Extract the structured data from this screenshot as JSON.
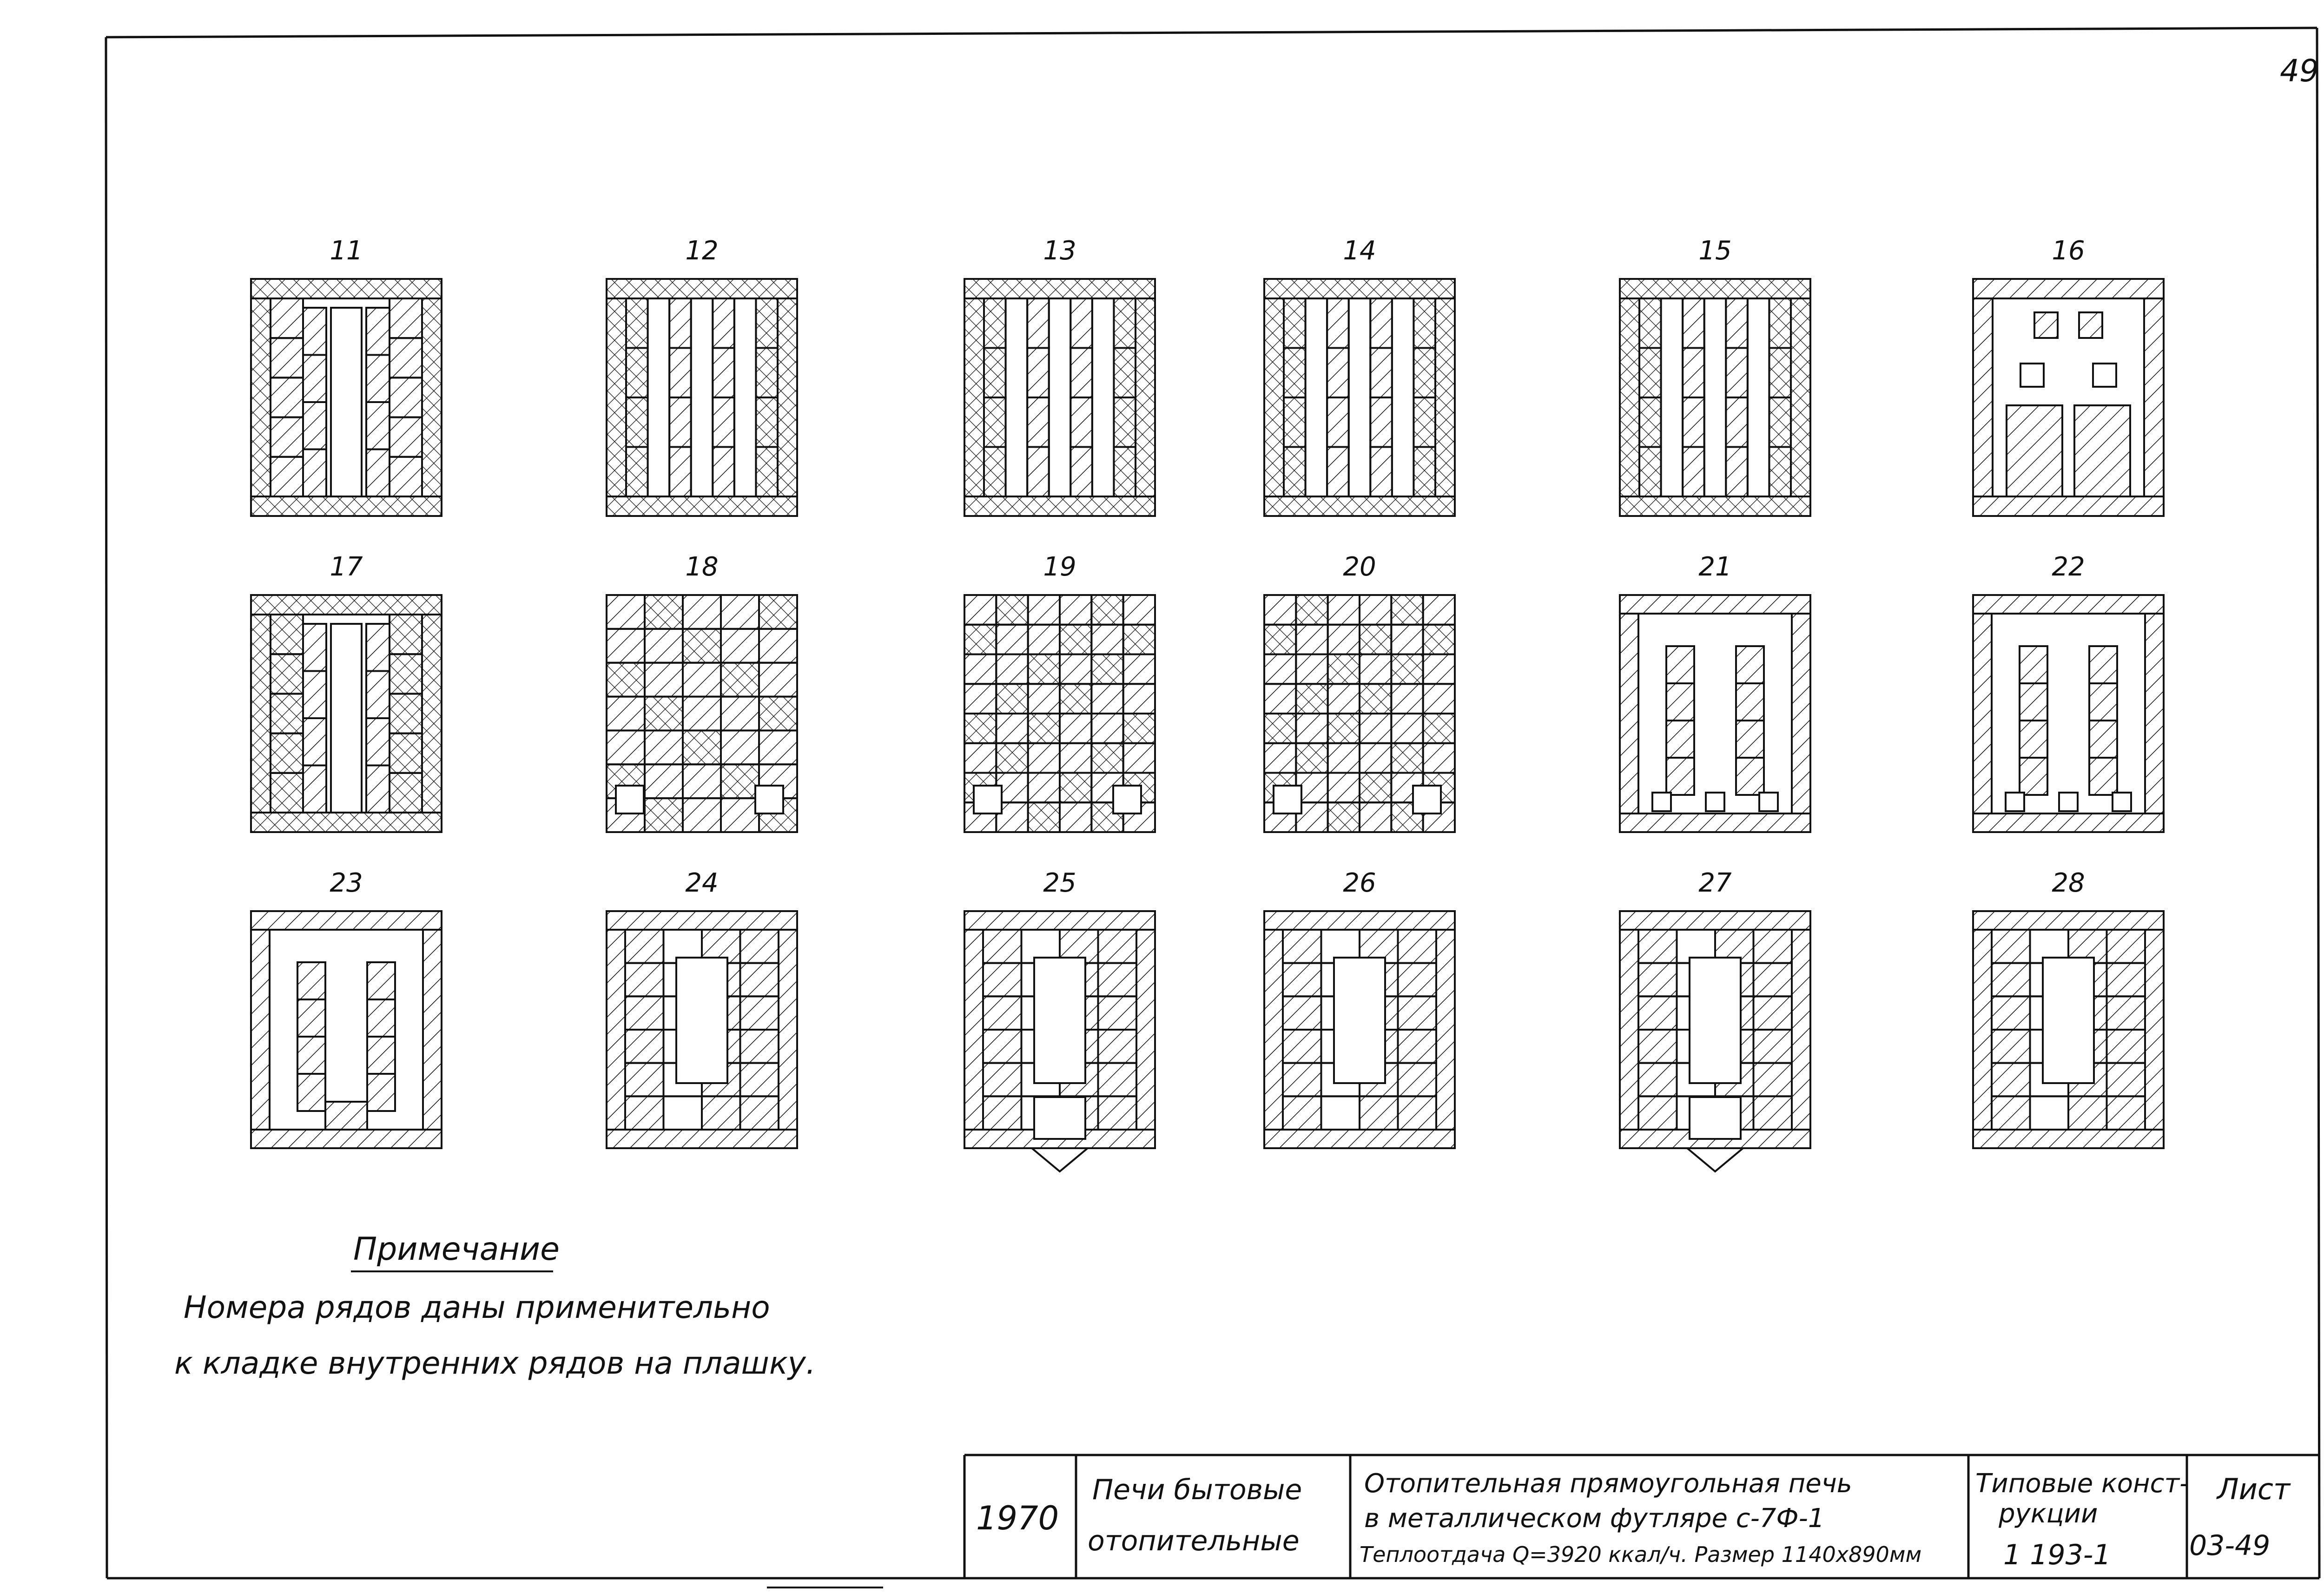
{
  "sheet_number": "49",
  "ink_color": "#111111",
  "row_labels": [
    "11",
    "12",
    "13",
    "14",
    "15",
    "16",
    "17",
    "18",
    "19",
    "20",
    "21",
    "22",
    "23",
    "24",
    "25",
    "26",
    "27",
    "28"
  ],
  "note": {
    "title": "Примечание",
    "lines": [
      "Номера рядов даны применительно",
      "к кладке внутренних рядов на плашку."
    ]
  },
  "title_block": {
    "year": "1970",
    "category": [
      "Печи бытовые",
      "отопительные"
    ],
    "description": [
      "Отопительная прямоугольная печь",
      "в металлическом футляре с-7Ф-1",
      "Теплоотдача Q=3920 ккал/ч. Размер 1140х890мм"
    ],
    "series": [
      "Типовые конст-",
      "рукции",
      "1 193-1"
    ],
    "sheet_label": "Лист",
    "sheet_code": "03-49"
  }
}
